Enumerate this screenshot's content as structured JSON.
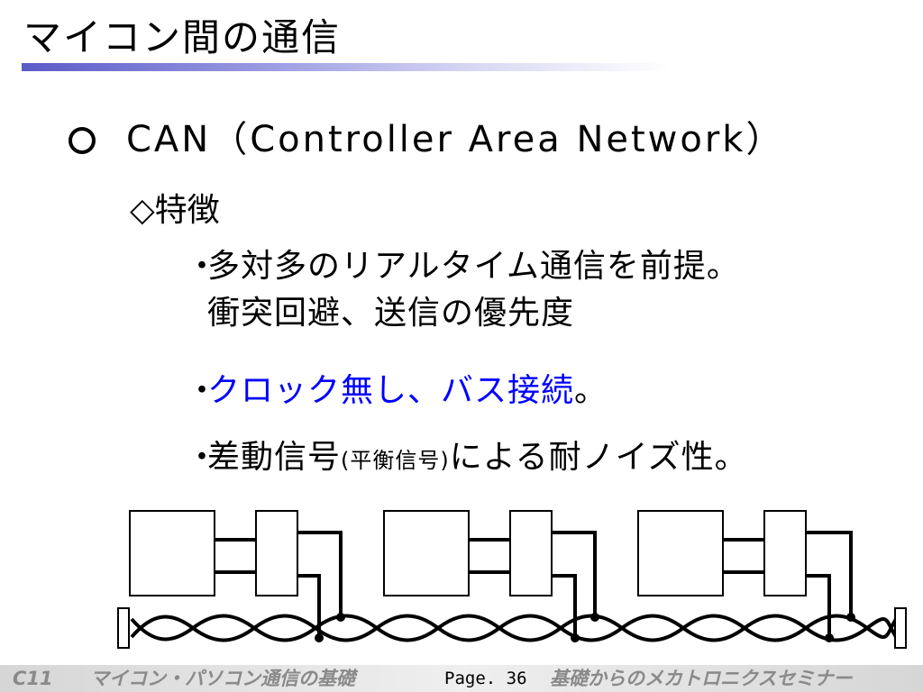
{
  "slide": {
    "title": "マイコン間の通信",
    "heading": "CAN（Controller Area Network）",
    "subheading": "◇特徴",
    "bullet_mark": "・",
    "bullets": {
      "b1_line1": "多対多のリアルタイム通信を前提。",
      "b1_line2": "衝突回避、送信の優先度",
      "b2_text": "クロック無し、バス接続",
      "b2_end": "。",
      "b3_main": "差動信号",
      "b3_small": "(平衡信号)",
      "b3_rest": "による耐ノイズ性。"
    }
  },
  "colors": {
    "accent_text": "#0000ff",
    "title_rule": "#5a5ac8"
  },
  "footer": {
    "code": "C11",
    "topic": "マイコン・パソコン通信の基礎",
    "page": "Page. 36",
    "series": "基礎からのメカトロニクスセミナー"
  }
}
